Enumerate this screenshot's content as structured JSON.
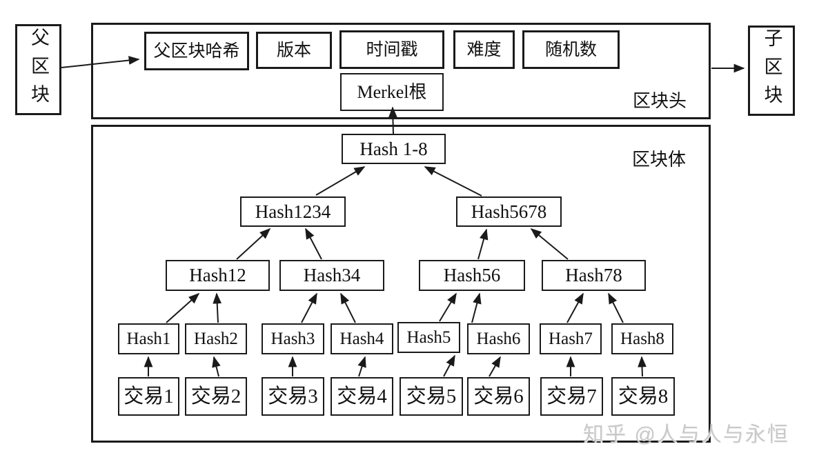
{
  "diagram": {
    "parent_block": "父区块",
    "child_block": "子区块",
    "watermark": "知乎 @人与人与永恒"
  },
  "header": {
    "label": "区块头",
    "fields": [
      "父区块哈希",
      "版本",
      "时间戳",
      "难度",
      "随机数"
    ],
    "merkle_root": "Merkel根"
  },
  "body": {
    "label": "区块体",
    "merkle_tree": {
      "root": "Hash 1-8",
      "level2": [
        "Hash1234",
        "Hash5678"
      ],
      "level3": [
        "Hash12",
        "Hash34",
        "Hash56",
        "Hash78"
      ],
      "leaves": [
        "Hash1",
        "Hash2",
        "Hash3",
        "Hash4",
        "Hash5",
        "Hash6",
        "Hash7",
        "Hash8"
      ],
      "transactions": [
        "交易1",
        "交易2",
        "交易3",
        "交易4",
        "交易5",
        "交易6",
        "交易7",
        "交易8"
      ]
    }
  },
  "colors": {
    "line": "#1a1a1a",
    "watermark": "#c9c9c9"
  }
}
